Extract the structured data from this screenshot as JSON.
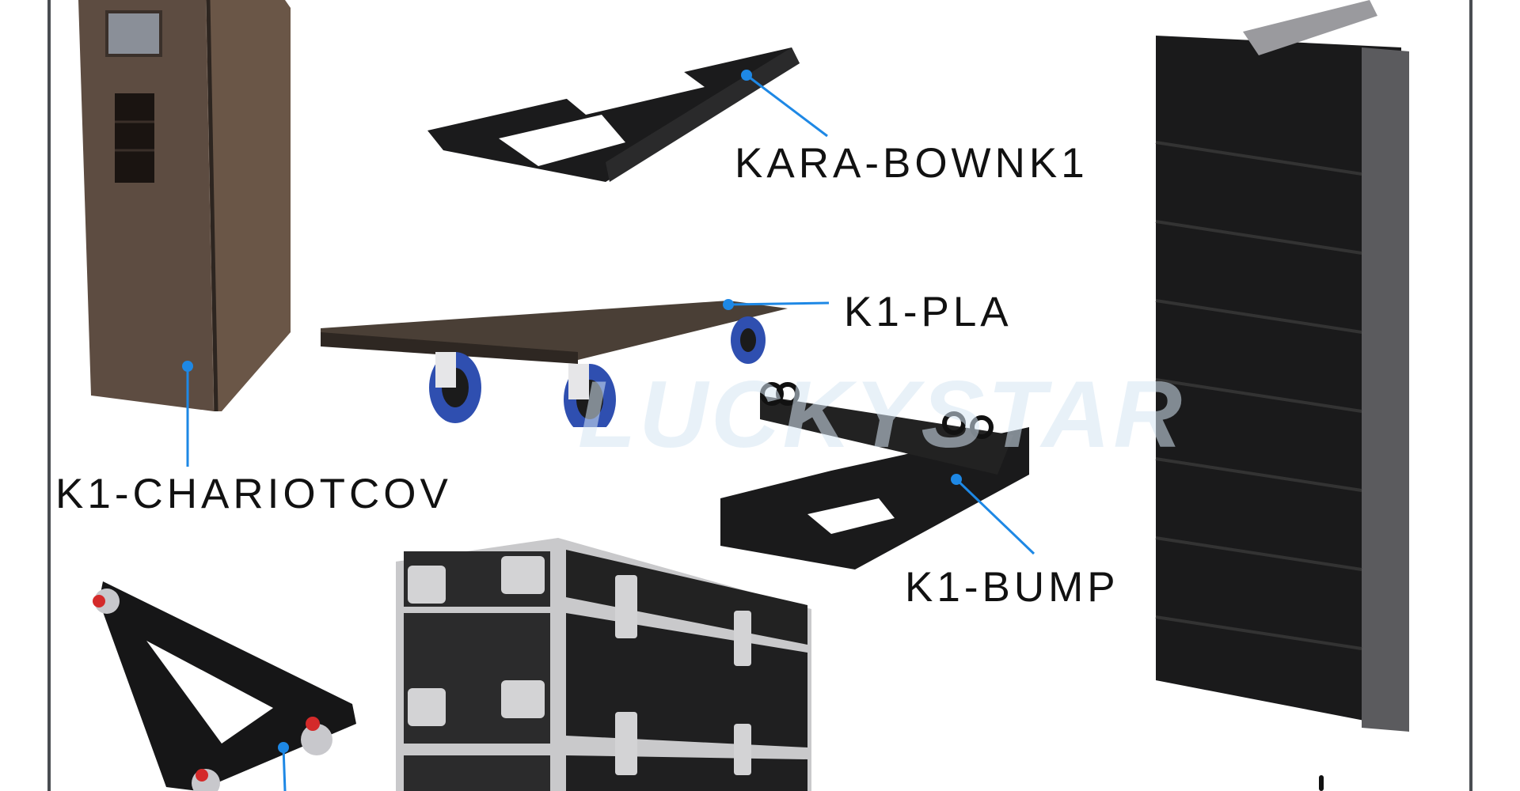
{
  "products": [
    {
      "id": "cover",
      "label": "K1-CHARIOTCOV"
    },
    {
      "id": "bracket",
      "label": "KARA-BOWNK1"
    },
    {
      "id": "pallet",
      "label": "K1-PLA"
    },
    {
      "id": "bumper",
      "label": "K1-BUMP"
    },
    {
      "id": "truss",
      "label": ""
    },
    {
      "id": "flight-case",
      "label": ""
    },
    {
      "id": "array",
      "label": ""
    }
  ],
  "watermark": "LUCKYSTAR",
  "colors": {
    "callout": "#1E88E5",
    "frame": "#4a4d52",
    "cover": "#5b4a3f",
    "metal": "#1c1c1d",
    "wheel": "#2f4fb0"
  }
}
